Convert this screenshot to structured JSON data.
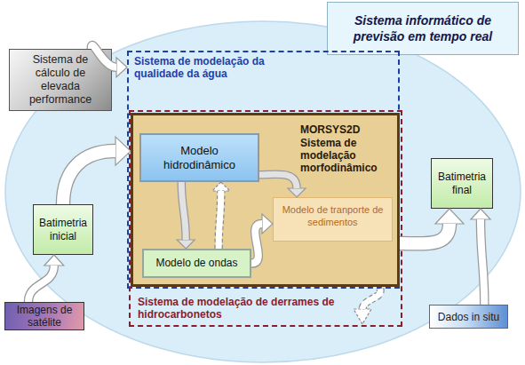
{
  "diagram": {
    "nodes": [
      {
        "text": [
          "Sistema informático de previsão em tempo real"
        ]
      },
      {
        "text": [
          "Sistema de cálculo de elevada performance"
        ]
      },
      {
        "text": [
          "Sistema de modelação da qualidade da água"
        ]
      },
      {
        "text": [
          "Sistema de modelação de derrames de hidrocarbonetos"
        ]
      },
      {
        "text": [
          "MORSYS2D",
          "Sistema de modelação morfodinâmico"
        ],
        "in": 2
      },
      {
        "text": [
          "Modelo hidrodinâmico"
        ],
        "in": 4
      },
      {
        "text": [
          "Modelo de tranporte de sedimentos"
        ],
        "in": 4
      },
      {
        "text": [
          "Modelo de ondas"
        ],
        "in": 4
      },
      {
        "text": [
          "Batimetria inicial"
        ]
      },
      {
        "text": [
          "Batimetria final"
        ]
      },
      {
        "text": [
          "Imagens de satélite"
        ]
      },
      {
        "text": [
          "Dados in situ"
        ]
      }
    ],
    "edges": [
      {
        "from": 1,
        "to": 2,
        "arrow": "to"
      },
      {
        "from": 8,
        "to": 4,
        "arrow": "to"
      },
      {
        "from": 4,
        "to": 9,
        "arrow": "to"
      },
      {
        "from": 10,
        "to": 8,
        "arrow": "to"
      },
      {
        "from": 11,
        "to": 9,
        "arrow": "to"
      },
      {
        "from": 5,
        "to": 7,
        "arrow": "to"
      },
      {
        "from": 7,
        "to": 5,
        "arrow": "to"
      },
      {
        "from": 5,
        "to": 6,
        "arrow": "to"
      },
      {
        "from": 7,
        "to": 6,
        "arrow": "to"
      }
    ]
  }
}
